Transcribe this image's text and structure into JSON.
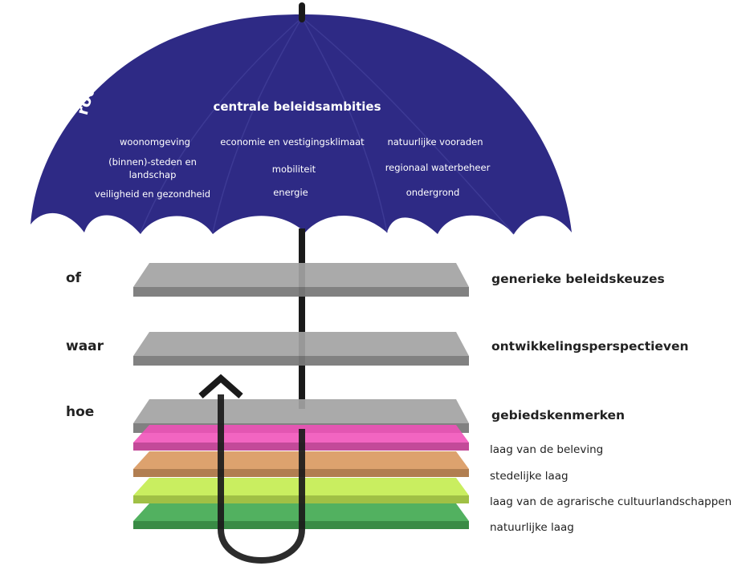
{
  "umbrella": {
    "arc_title": "rode draden: duurzaamheid, sociale kwaliteit en ruimtelijke kwaliteit",
    "subtitle": "centrale beleidsambities",
    "ambitions": [
      "woonomgeving",
      "economie en vestigingsklimaat",
      "natuurlijke vooraden",
      "(binnen)-steden en",
      "landschap",
      "mobiliteit",
      "regionaal waterbeheer",
      "veiligheid en gezondheid",
      "energie",
      "ondergrond"
    ],
    "canopy_color": "#2e2a85"
  },
  "levels": [
    {
      "question": "of",
      "label": "generieke beleidskeuzes"
    },
    {
      "question": "waar",
      "label": "ontwikkelingsperspectieven"
    },
    {
      "question": "hoe",
      "label": "gebiedskenmerken"
    }
  ],
  "layers": [
    {
      "label": "laag van de beleving",
      "color": "#f050b8"
    },
    {
      "label": "stedelijke laag",
      "color": "#d8955a"
    },
    {
      "label": "laag van de agrarische cultuurlandschappen",
      "color": "#c2ec4a"
    },
    {
      "label": "natuurlijke laag",
      "color": "#3aa64a"
    }
  ]
}
